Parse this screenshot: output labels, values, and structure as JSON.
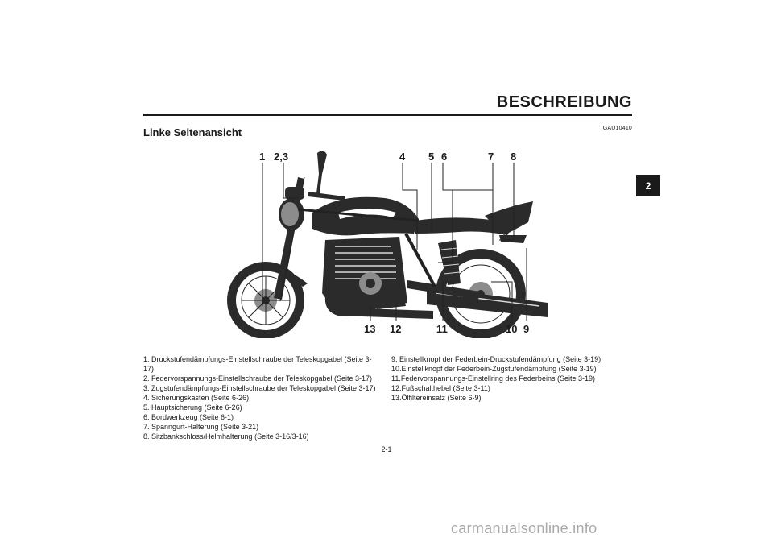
{
  "header": {
    "title": "BESCHREIBUNG",
    "doc_code": "GAU10410"
  },
  "section": {
    "title": "Linke Seitenansicht"
  },
  "chapter_tab": "2",
  "figure": {
    "top_callouts": [
      "1",
      "2,3",
      "4",
      "5",
      "6",
      "7",
      "8"
    ],
    "bottom_callouts": [
      "13",
      "12",
      "11",
      "10",
      "9"
    ]
  },
  "legend_left": [
    "1. Druckstufendämpfungs-Einstellschraube der Teleskopgabel (Seite 3-17)",
    "2. Federvorspannungs-Einstellschraube der Teleskopgabel (Seite 3-17)",
    "3. Zugstufendämpfungs-Einstellschraube der Teleskopgabel (Seite 3-17)",
    "4. Sicherungskasten (Seite 6-26)",
    "5. Hauptsicherung (Seite 6-26)",
    "6. Bordwerkzeug (Seite 6-1)",
    "7. Spanngurt-Halterung (Seite 3-21)",
    "8. Sitzbankschloss/Helmhalterung (Seite 3-16/3-16)"
  ],
  "legend_right": [
    "9. Einstellknopf der Federbein-Druckstufendämpfung (Seite 3-19)",
    "10.Einstellknopf der Federbein-Zugstufendämpfung (Seite 3-19)",
    "11.Federvorspannungs-Einstellring des Federbeins (Seite 3-19)",
    "12.Fußschalthebel (Seite 3-11)",
    "13.Ölfiltereinsatz (Seite 6-9)"
  ],
  "page_number": "2-1",
  "watermark": "carmanualsonline.info"
}
